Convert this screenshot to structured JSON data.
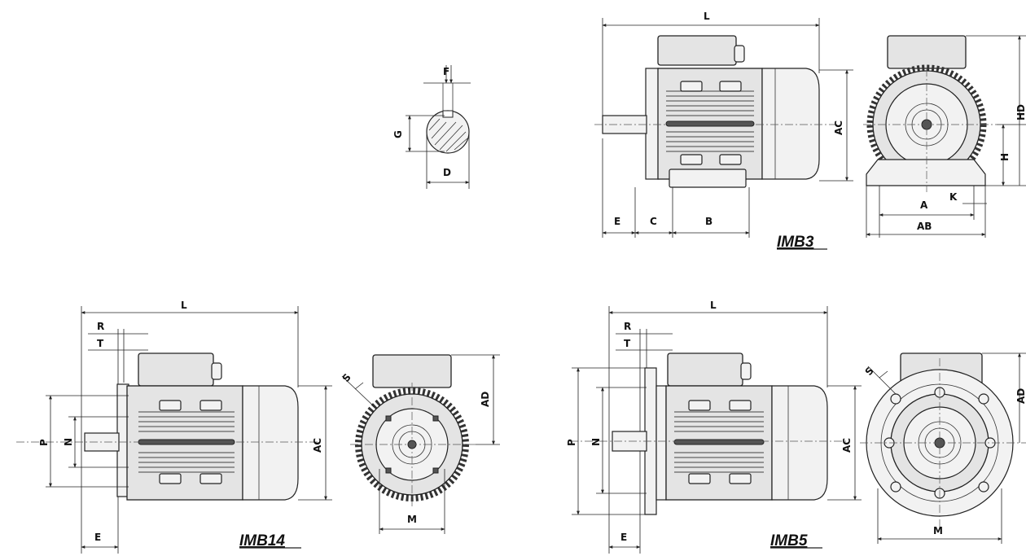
{
  "labels": {
    "F": "F",
    "G": "G",
    "D": "D",
    "L": "L",
    "AC": "AC",
    "HD": "HD",
    "H": "H",
    "A": "A",
    "K": "K",
    "AB": "AB",
    "E": "E",
    "C": "C",
    "B": "B",
    "R": "R",
    "T": "T",
    "P": "P",
    "N": "N",
    "S": "S",
    "AD": "AD",
    "M": "M"
  },
  "titles": {
    "imb3": "IMB3",
    "imb14": "IMB14",
    "imb5": "IMB5"
  }
}
